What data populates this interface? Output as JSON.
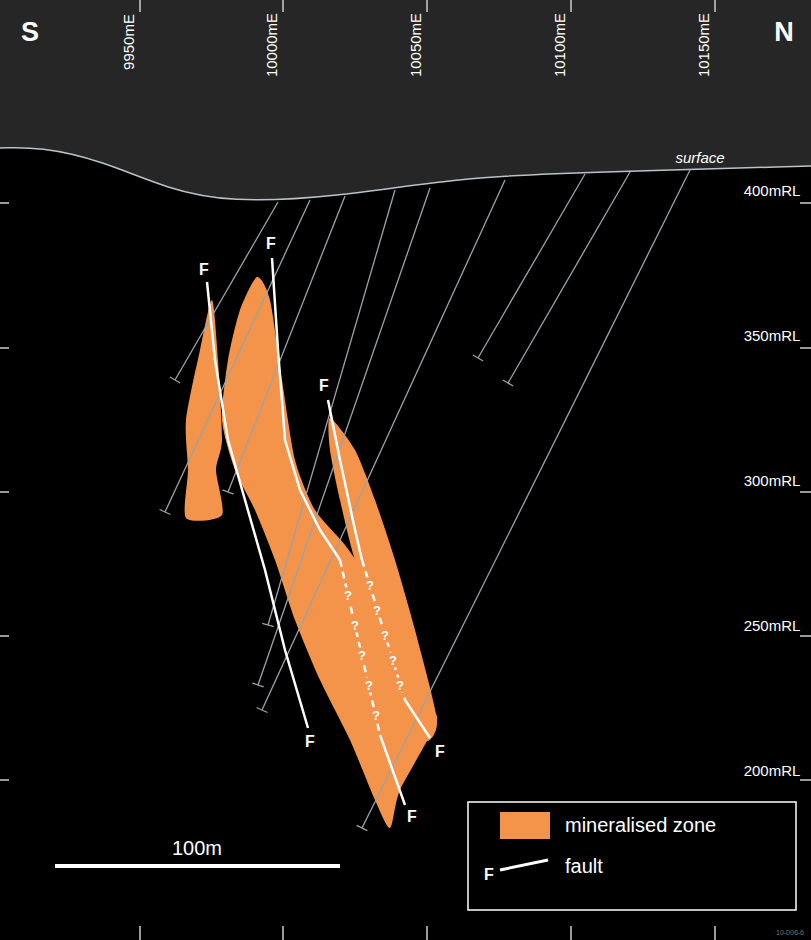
{
  "diagram": {
    "labels": [
      "S",
      "N",
      "9950mE",
      "10000mE",
      "10050mE",
      "10100mE",
      "10150mE",
      "surface",
      "400mRL",
      "350mRL",
      "300mRL",
      "250mRL",
      "200mRL",
      "F",
      "F",
      "F",
      "F",
      "F",
      "F",
      "?",
      "?",
      "?",
      "?",
      "?",
      "?",
      "?",
      "?",
      "?",
      "?",
      "F",
      "100m",
      "10-006-6"
    ],
    "legend": [
      {
        "text": "mineralised zone",
        "color": "#f4944a"
      },
      {
        "text": "fault"
      }
    ]
  }
}
